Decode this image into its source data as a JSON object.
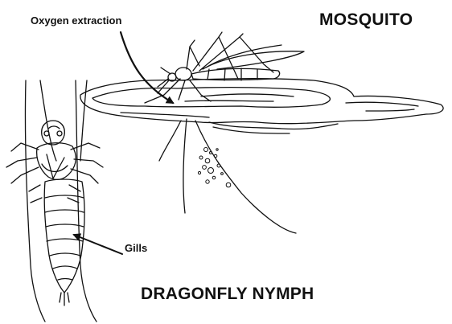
{
  "labels": {
    "oxygen_extraction": "Oxygen extraction",
    "mosquito": "MOSQUITO",
    "gills": "Gills",
    "dragonfly_nymph": "DRAGONFLY NYMPH"
  },
  "colors": {
    "ink": "#111111",
    "background": "#ffffff"
  }
}
